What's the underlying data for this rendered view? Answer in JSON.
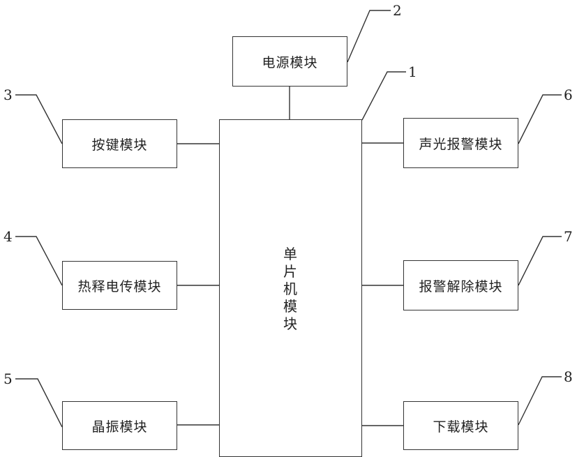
{
  "modules": {
    "power": "电源模块",
    "mcu": [
      "单",
      "片",
      "机",
      "模",
      "块"
    ],
    "key": "按键模块",
    "pyro": "热释电传模块",
    "crystal": "晶振模块",
    "alarm": "声光报警模块",
    "release": "报警解除模块",
    "download": "下载模块"
  },
  "labels": {
    "mcu": "1",
    "power": "2",
    "key": "3",
    "pyro": "4",
    "crystal": "5",
    "alarm": "6",
    "release": "7",
    "download": "8"
  }
}
